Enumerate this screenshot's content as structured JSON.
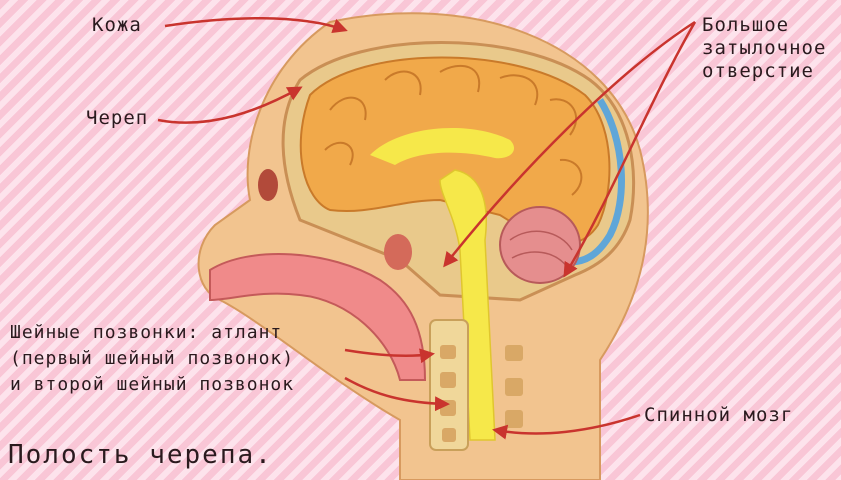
{
  "labels": {
    "skin": "Кожа",
    "skull": "Череп",
    "foramen_magnum": [
      "Большое",
      "затылочное",
      "отверстие"
    ],
    "vertebrae": [
      "Шейные позвонки: атлант",
      "(первый шейный позвонок)",
      "и второй шейный позвонок"
    ],
    "spinal_cord": "Спинной мозг"
  },
  "caption": "Полость черепа.",
  "colors": {
    "background": "#f9c6d6",
    "arrow": "#c9342e",
    "skin": "#f2c48f",
    "bone": "#e9c98b",
    "brain": "#f1a94a",
    "spinal_cord": "#f6e84a",
    "cerebellum": "#e58e8e",
    "csf": "#5fa6d8"
  }
}
